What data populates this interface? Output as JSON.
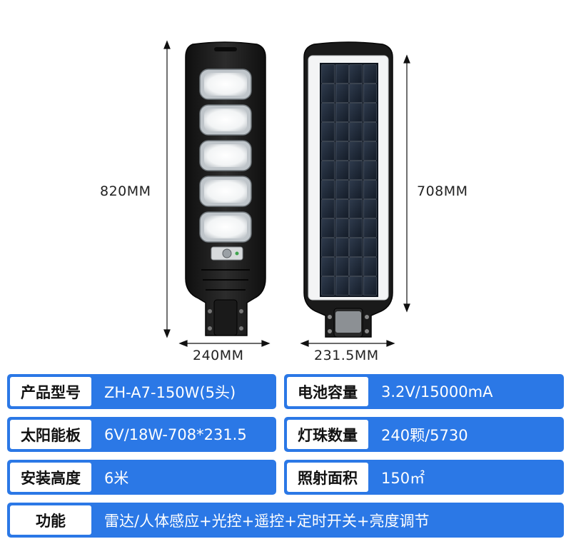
{
  "dimensions": {
    "front_height": "820MM",
    "back_height": "708MM",
    "front_width": "240MM",
    "back_width": "231.5MM"
  },
  "colors": {
    "spec_background": "#2b78e6",
    "label_background": "#ffffff",
    "housing": "#1c1c1c",
    "solar_cell": "#1e2a3a"
  },
  "specs": [
    {
      "label": "产品型号",
      "value": "ZH-A7-150W(5头)"
    },
    {
      "label": "电池容量",
      "value": "3.2V/15000mA"
    },
    {
      "label": "太阳能板",
      "value": "6V/18W-708*231.5"
    },
    {
      "label": "灯珠数量",
      "value": "240颗/5730"
    },
    {
      "label": "安装高度",
      "value": "6米"
    },
    {
      "label": "照射面积",
      "value": "150㎡"
    },
    {
      "label": "功能",
      "value": "雷达/人体感应+光控+遥控+定时开关+亮度调节"
    }
  ]
}
